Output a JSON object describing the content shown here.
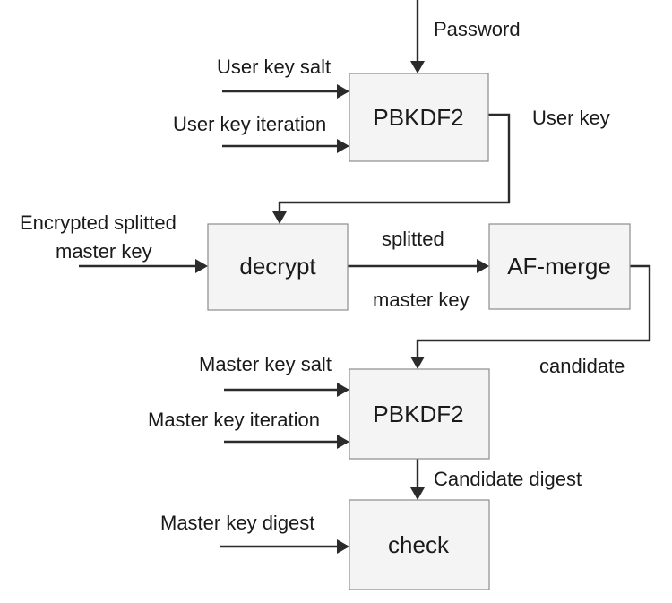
{
  "blocks": {
    "pbkdf2_user": "PBKDF2",
    "decrypt": "decrypt",
    "af_merge": "AF-merge",
    "pbkdf2_master": "PBKDF2",
    "check": "check"
  },
  "labels": {
    "password": "Password",
    "user_key_salt": "User key salt",
    "user_key_iteration": "User key iteration",
    "user_key": "User key",
    "encrypted_line1": "Encrypted splitted",
    "encrypted_line2": "master key",
    "splitted": "splitted",
    "master_key": "master key",
    "master_key_salt": "Master key salt",
    "candidate": "candidate",
    "master_key_iteration": "Master key iteration",
    "candidate_digest": "Candidate digest",
    "master_key_digest": "Master key digest"
  }
}
